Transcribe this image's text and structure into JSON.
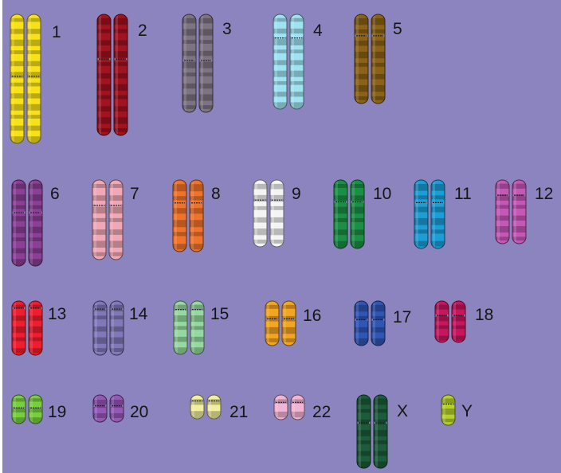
{
  "background_color": "#8b84bf",
  "chromosomes": [
    {
      "label": "1",
      "color": "#f7e21a"
    },
    {
      "label": "2",
      "color": "#a0131f"
    },
    {
      "label": "3",
      "color": "#7d7382"
    },
    {
      "label": "4",
      "color": "#9fe3f2"
    },
    {
      "label": "5",
      "color": "#8a6218"
    },
    {
      "label": "6",
      "color": "#8b3f96"
    },
    {
      "label": "7",
      "color": "#f0a8b6"
    },
    {
      "label": "8",
      "color": "#f0732b"
    },
    {
      "label": "9",
      "color": "#f4f4f4"
    },
    {
      "label": "10",
      "color": "#1b8f45"
    },
    {
      "label": "11",
      "color": "#1b9dd6"
    },
    {
      "label": "12",
      "color": "#c558b5"
    },
    {
      "label": "13",
      "color": "#ef1d2d"
    },
    {
      "label": "14",
      "color": "#8078b9"
    },
    {
      "label": "15",
      "color": "#95d8a0"
    },
    {
      "label": "16",
      "color": "#f2a423"
    },
    {
      "label": "17",
      "color": "#3056b5"
    },
    {
      "label": "18",
      "color": "#c7165e"
    },
    {
      "label": "19",
      "color": "#77cf3e"
    },
    {
      "label": "20",
      "color": "#9658b8"
    },
    {
      "label": "21",
      "color": "#f1ee9e"
    },
    {
      "label": "22",
      "color": "#f2b4d3"
    },
    {
      "label": "X",
      "color": "#1c5c3a"
    },
    {
      "label": "Y",
      "color": "#b5cf2b"
    }
  ]
}
